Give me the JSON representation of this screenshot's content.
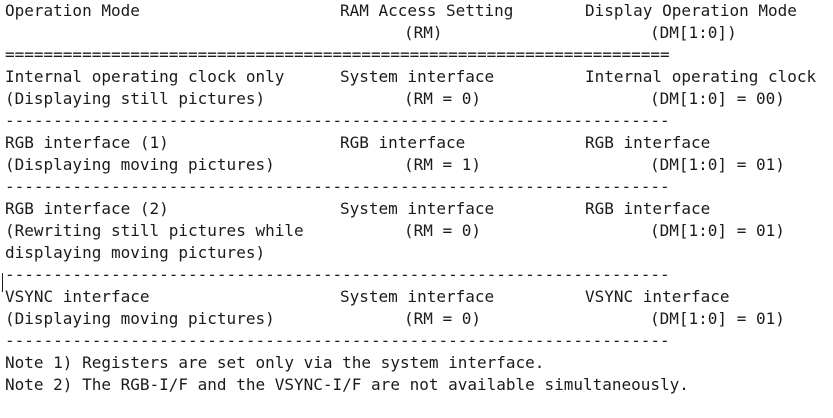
{
  "header": {
    "col1": "Operation Mode",
    "col2": "RAM Access Setting",
    "col2_sub": "(RM)",
    "col3": "Display Operation Mode",
    "col3_sub": "(DM[1:0])"
  },
  "double_rule": "=====================================================================",
  "single_rule": "---------------------------------------------------------------------",
  "rows": [
    {
      "mode": [
        "Internal operating clock only",
        "(Displaying still pictures)"
      ],
      "ram": "System interface",
      "ram_value": "(RM = 0)",
      "display": "Internal operating clock",
      "display_value": "(DM[1:0] = 00)"
    },
    {
      "mode": [
        "RGB interface (1)",
        "(Displaying moving pictures)"
      ],
      "ram": "RGB interface",
      "ram_value": "(RM = 1)",
      "display": "RGB interface",
      "display_value": "(DM[1:0] = 01)"
    },
    {
      "mode": [
        "RGB interface (2)",
        "(Rewriting still pictures while",
        "displaying moving pictures)"
      ],
      "ram": "System interface",
      "ram_value": "(RM = 0)",
      "display": "RGB interface",
      "display_value": "(DM[1:0] = 01)"
    },
    {
      "mode": [
        "VSYNC interface",
        "(Displaying moving pictures)"
      ],
      "ram": "System interface",
      "ram_value": "(RM = 0)",
      "display": "VSYNC interface",
      "display_value": "(DM[1:0] = 01)"
    }
  ],
  "notes": [
    "Note 1) Registers are set only via the system interface.",
    "Note 2) The RGB-I/F and the VSYNC-I/F are not available simultaneously."
  ]
}
